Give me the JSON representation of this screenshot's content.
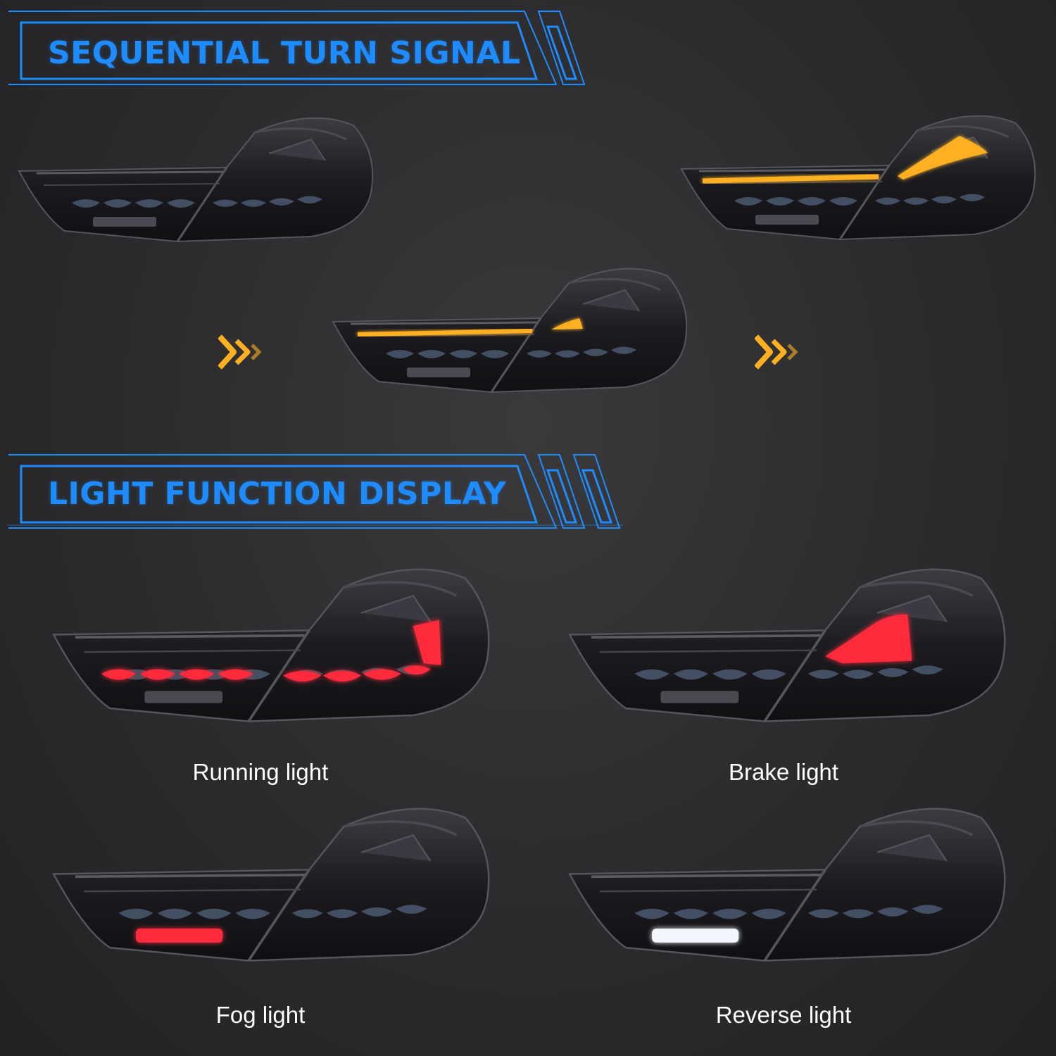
{
  "sections": {
    "sequential": {
      "title": "SEQUENTIAL TURN SIGNAL"
    },
    "functions": {
      "title": "LIGHT FUNCTION DISPLAY"
    }
  },
  "captions": {
    "running": "Running light",
    "brake": "Brake light",
    "fog": "Fog light",
    "reverse": "Reverse light"
  },
  "colors": {
    "accent_blue": "#1e8cff",
    "amber": "#ffb020",
    "red": "#ff2a3a",
    "white_led": "#f4f6ff",
    "background": "#2b2b2d"
  },
  "icons": {
    "arrow": "chevron-right-double-icon"
  }
}
